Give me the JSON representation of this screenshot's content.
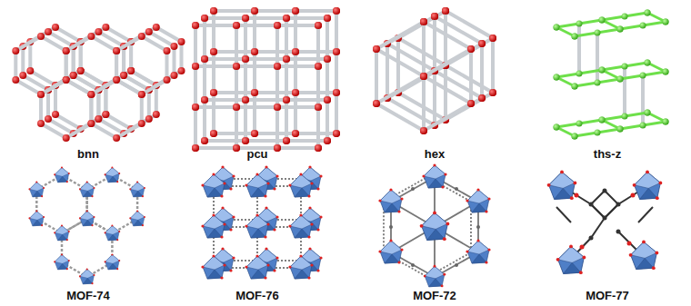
{
  "diagram": {
    "labels": [
      "bnn",
      "pcu",
      "hex",
      "ths-z",
      "MOF-74",
      "MOF-76",
      "MOF-72",
      "MOF-77"
    ]
  }
}
